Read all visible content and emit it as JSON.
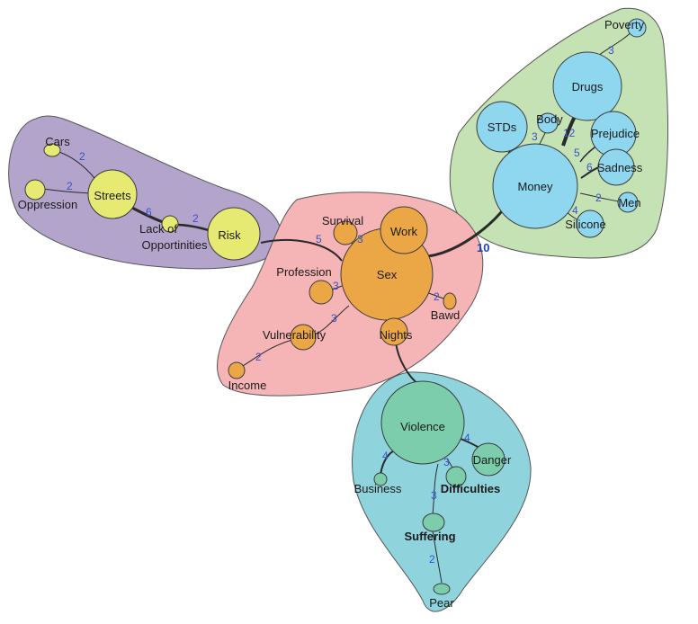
{
  "colors": {
    "sex_region": "#f5b4b6",
    "sex_node": "#eba646",
    "money_region": "#c4e2b4",
    "money_node": "#8fd6ef",
    "risk_region": "#b3a4cc",
    "risk_node": "#e6ea72",
    "violence_region": "#8fd4dc",
    "violence_node": "#7ccdab"
  },
  "nodes": {
    "sex": "Sex",
    "work": "Work",
    "survival": "Survival",
    "profession": "Profession",
    "vulnerability": "Vulnerability",
    "income": "Income",
    "nights": "Nights",
    "bawd": "Bawd",
    "money": "Money",
    "drugs": "Drugs",
    "poverty": "Poverty",
    "stds": "STDs",
    "body": "Body",
    "prejudice": "Prejudice",
    "sadness": "Sadness",
    "men": "Men",
    "silicone": "Silicone",
    "risk": "Risk",
    "streets": "Streets",
    "cars": "Cars",
    "oppression": "Oppression",
    "lack_of_opportunities_1": "Lack of",
    "lack_of_opportunities_2": "Opportinities",
    "violence": "Violence",
    "danger": "Danger",
    "difficulties": "Difficulties",
    "business": "Business",
    "suffering": "Suffering",
    "pear": "Pear"
  },
  "weights": {
    "sex_money": "10",
    "sex_survival": "5",
    "sex_work": "3",
    "sex_profession": "3",
    "sex_vulnerability": "3",
    "sex_bawd": "2",
    "vulnerability_income": "2",
    "money_stds": "3",
    "money_drugs": "12",
    "money_prejudice": "5",
    "money_sadness": "6",
    "money_men": "2",
    "money_silicone": "4",
    "drugs_poverty": "3",
    "risk_lack": "2",
    "streets_lack": "6",
    "streets_cars": "2",
    "streets_oppression": "2",
    "violence_business": "4",
    "violence_danger": "4",
    "violence_difficulties": "3",
    "violence_suffering": "3",
    "suffering_pear": "2"
  }
}
